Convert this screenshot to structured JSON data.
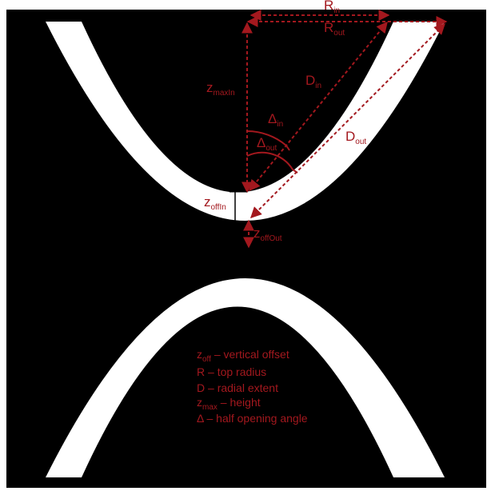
{
  "colors": {
    "background": "#000000",
    "shape": "#ffffff",
    "annotation": "#a3181e",
    "frame": "#ffffff"
  },
  "labels": {
    "r_in": {
      "main": "R",
      "sub": "in"
    },
    "r_out": {
      "main": "R",
      "sub": "out"
    },
    "z_max_in": {
      "main": "z",
      "sub": "maxIn"
    },
    "d_in": {
      "main": "D",
      "sub": "in"
    },
    "d_out": {
      "main": "D",
      "sub": "out"
    },
    "delta_in": {
      "main": "Δ",
      "sub": "in"
    },
    "delta_out": {
      "main": "Δ",
      "sub": "out"
    },
    "z_off_in": {
      "main": "z",
      "sub": "offIn"
    },
    "z_off_out": {
      "main": "z",
      "sub": "offOut"
    }
  },
  "legend": [
    {
      "symbol": "z",
      "sub": "off",
      "text": " – vertical offset"
    },
    {
      "symbol": "R",
      "sub": "",
      "text": " – top radius"
    },
    {
      "symbol": "D",
      "sub": "",
      "text": " – radial extent"
    },
    {
      "symbol": "z",
      "sub": "max",
      "text": " – height"
    },
    {
      "symbol": "Δ",
      "sub": "",
      "text": " – half opening angle"
    }
  ]
}
